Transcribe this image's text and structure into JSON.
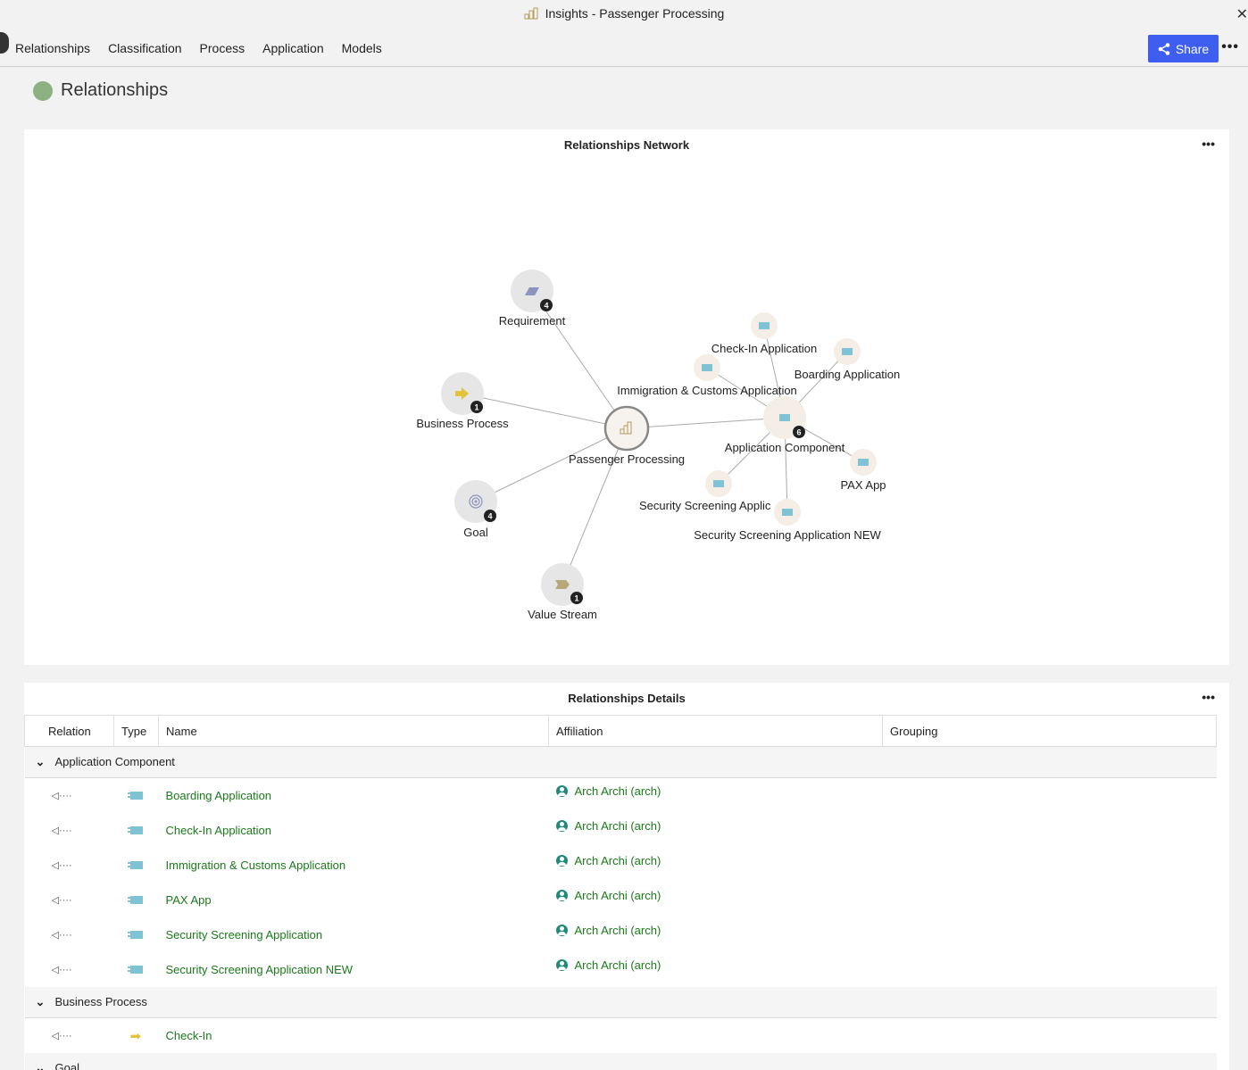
{
  "window": {
    "title": "Insights - Passenger Processing"
  },
  "nav": {
    "items": [
      "Relationships",
      "Classification",
      "Process",
      "Application",
      "Models"
    ],
    "share_label": "Share"
  },
  "page": {
    "title": "Relationships",
    "accent": "#8db182"
  },
  "network": {
    "title": "Relationships Network",
    "center": {
      "label": "Passenger Processing"
    },
    "groups": [
      {
        "label": "Requirement",
        "count": "4",
        "icon": "requirement-icon"
      },
      {
        "label": "Business Process",
        "count": "1",
        "icon": "business-process-icon"
      },
      {
        "label": "Goal",
        "count": "4",
        "icon": "goal-icon"
      },
      {
        "label": "Value Stream",
        "count": "1",
        "icon": "value-stream-icon"
      },
      {
        "label": "Application Component",
        "count": "6",
        "icon": "application-component-icon"
      }
    ],
    "apps": [
      "Check-In Application",
      "Boarding Application",
      "Immigration & Customs Application",
      "PAX App",
      "Security Screening Applic",
      "Security Screening Application NEW"
    ]
  },
  "details": {
    "title": "Relationships Details",
    "columns": [
      "Relation",
      "Type",
      "Name",
      "Affiliation",
      "Grouping"
    ],
    "groups": [
      {
        "label": "Application Component",
        "rows": [
          {
            "relation": "◁····",
            "name": "Boarding Application",
            "affiliation": "Arch Archi (arch)"
          },
          {
            "relation": "◁····",
            "name": "Check-In Application",
            "affiliation": "Arch Archi (arch)"
          },
          {
            "relation": "◁····",
            "name": "Immigration & Customs Application",
            "affiliation": "Arch Archi (arch)"
          },
          {
            "relation": "◁····",
            "name": "PAX App",
            "affiliation": "Arch Archi (arch)"
          },
          {
            "relation": "◁····",
            "name": "Security Screening Application",
            "affiliation": "Arch Archi (arch)"
          },
          {
            "relation": "◁····",
            "name": "Security Screening Application NEW",
            "affiliation": "Arch Archi (arch)"
          }
        ]
      },
      {
        "label": "Business Process",
        "rows": [
          {
            "relation": "◁····",
            "name": "Check-In"
          }
        ]
      },
      {
        "label": "Goal",
        "rows": []
      }
    ]
  }
}
